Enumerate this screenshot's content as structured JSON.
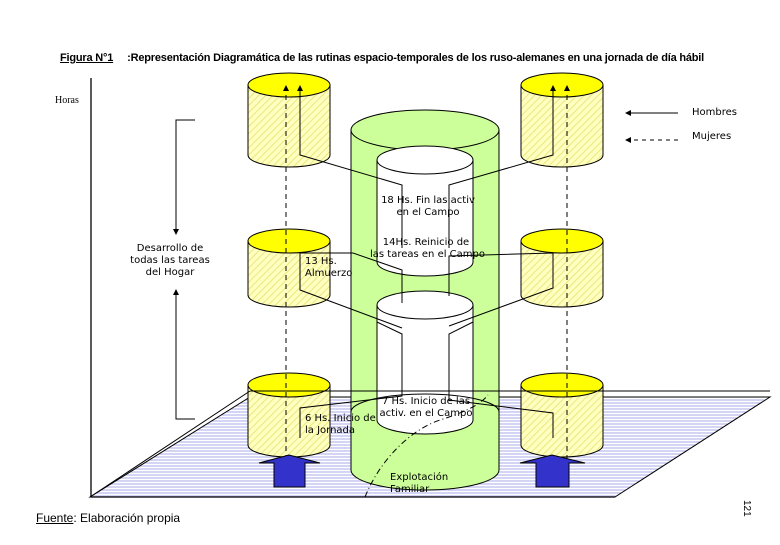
{
  "title": {
    "figure_label": "Figura N°1",
    "text": ":Representación Diagramática de las rutinas espacio-temporales de los ruso-alemanes en una jornada de día hábil"
  },
  "axis": {
    "y_label": "Horas"
  },
  "legend": {
    "items": [
      {
        "label": "Hombres",
        "line_style": "solid"
      },
      {
        "label": "Mujeres",
        "line_style": "dashed"
      }
    ]
  },
  "annotations": {
    "hogar": [
      "Desarrollo de",
      "todas las tareas",
      "del Hogar"
    ],
    "fin": [
      "18 Hs. Fin las activ",
      "en el Campo"
    ],
    "reinicio": [
      "14Hs. Reinicio de",
      "las tareas en el Campo"
    ],
    "almuerzo": [
      "13 Hs.",
      "Almuerzo"
    ],
    "inicio_activ": [
      "7 Hs. Inicio de las",
      "activ. en el Campo"
    ],
    "inicio_jornada": [
      "6 Hs. Inicio de",
      "la Jornada"
    ],
    "explotacion": [
      "Explotación",
      "Familiar"
    ]
  },
  "footer": {
    "source_label": "Fuente",
    "source_text": ": Elaboración propia",
    "page_number": "121"
  },
  "colors": {
    "home_cylinder_top": "#ffff00",
    "home_cylinder_body": "#ffffb0",
    "field_cylinder": "#ccff99",
    "plane": "#c8c8f0",
    "arrow": "#3333cc"
  }
}
